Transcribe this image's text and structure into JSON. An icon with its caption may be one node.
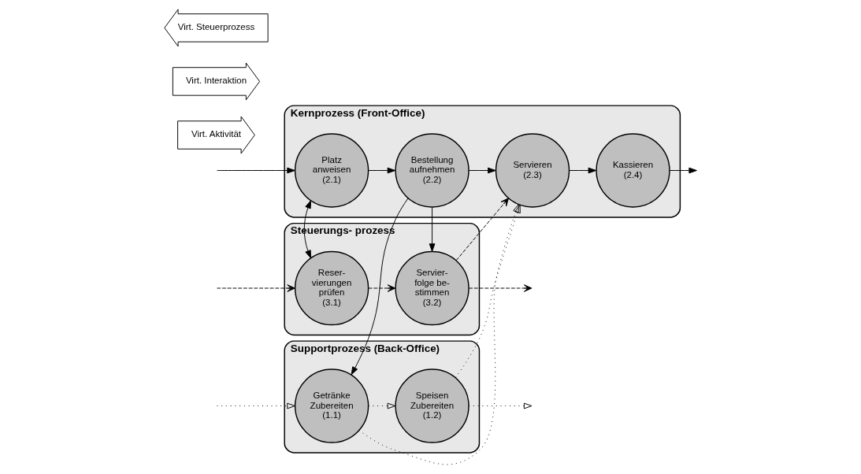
{
  "diagram": {
    "nodes": [
      {
        "text": [
          "Supportprozess (Back-Office)"
        ]
      },
      {
        "text": [
          "Getränke Zubereiten",
          "(1.1)"
        ],
        "in": 0
      },
      {
        "text": [
          "Speisen Zubereiten",
          "(1.2)"
        ],
        "in": 0
      },
      {
        "text": [
          "Kernprozess (Front-Office)"
        ]
      },
      {
        "text": [
          "Platz anweisen",
          "(2.1)"
        ],
        "in": 3
      },
      {
        "text": [
          "Bestellung aufnehmen",
          "(2.2)"
        ],
        "in": 3
      },
      {
        "text": [
          "Servieren",
          "(2.3)"
        ],
        "in": 3
      },
      {
        "text": [
          "Kassieren",
          "(2.4)"
        ],
        "in": 3
      },
      {
        "text": [
          "Steuerungs- prozess"
        ]
      },
      {
        "text": [
          "Reser- vierungen prüfen",
          "(3.1)"
        ],
        "in": 8
      },
      {
        "text": [
          "Servier- folge be- stimmen",
          "(3.2)"
        ],
        "in": 8
      },
      {
        "text": [
          "Virt. Aktivität"
        ]
      },
      {
        "text": [
          "Virt. Interaktion"
        ]
      },
      {
        "text": [
          "Virt. Steuerprozess"
        ]
      }
    ],
    "edges": [
      {
        "from": null,
        "to": 1,
        "arrow": "to",
        "style": "dashed"
      },
      {
        "from": 1,
        "to": 2,
        "arrow": "to",
        "style": "dashed"
      },
      {
        "from": 2,
        "to": null,
        "arrow": "to",
        "style": "dashed"
      },
      {
        "from": 1,
        "to": 6,
        "arrow": "to",
        "style": "dashed"
      },
      {
        "from": 2,
        "to": 6,
        "arrow": "to",
        "style": "dashed"
      },
      {
        "from": 5,
        "to": 1,
        "arrow": "to"
      },
      {
        "from": null,
        "to": 4,
        "arrow": "to"
      },
      {
        "from": 4,
        "to": 5,
        "arrow": "to"
      },
      {
        "from": 5,
        "to": 6,
        "arrow": "to"
      },
      {
        "from": 6,
        "to": 7,
        "arrow": "to"
      },
      {
        "from": 7,
        "to": null,
        "arrow": "to"
      },
      {
        "from": 4,
        "to": 9,
        "arrow": "both"
      },
      {
        "from": 5,
        "to": 10,
        "arrow": "to"
      },
      {
        "from": 10,
        "to": 6,
        "arrow": "to",
        "style": "dashed"
      },
      {
        "from": null,
        "to": 9,
        "arrow": "to",
        "style": "dashed"
      },
      {
        "from": 9,
        "to": 10,
        "arrow": "to",
        "style": "dashed"
      },
      {
        "from": 10,
        "to": null,
        "arrow": "to",
        "style": "dashed"
      }
    ]
  }
}
